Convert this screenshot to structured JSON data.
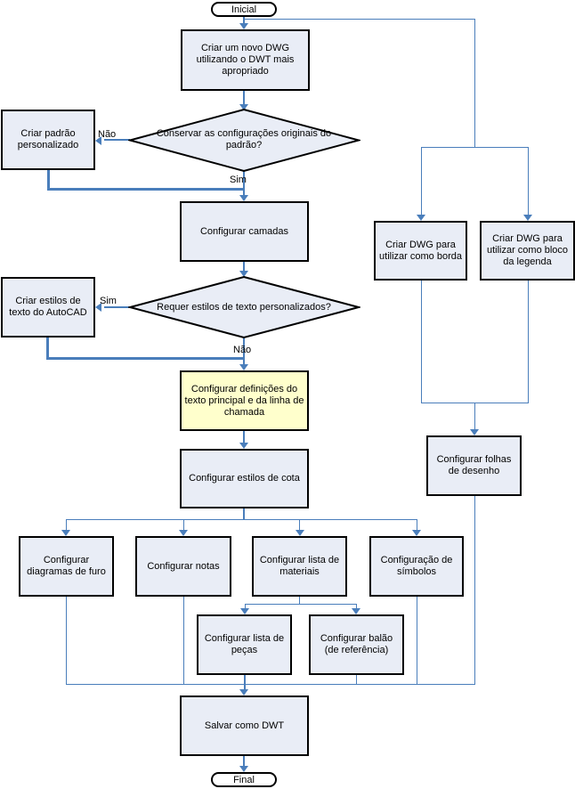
{
  "flowchart": {
    "nodes": {
      "inicial": {
        "label": "Inicial"
      },
      "novo_dwg": {
        "label": "Criar um novo DWG utilizando o DWT mais apropriado"
      },
      "padrao": {
        "label": "Criar padrão personalizado"
      },
      "conservar": {
        "label": "Conservar as configurações originais do padrão?"
      },
      "camadas": {
        "label": "Configurar camadas"
      },
      "estilos": {
        "label": "Criar estilos de texto do AutoCAD"
      },
      "requer": {
        "label": "Requer estilos de texto personalizados?"
      },
      "definicoes": {
        "label": "Configurar definições do texto principal e da linha de chamada"
      },
      "cota": {
        "label": "Configurar estilos de cota"
      },
      "furo": {
        "label": "Configurar diagramas de furo"
      },
      "notas": {
        "label": "Configurar notas"
      },
      "materiais": {
        "label": "Configurar lista de materiais"
      },
      "simbolos": {
        "label": "Configuração de símbolos"
      },
      "pecas": {
        "label": "Configurar lista de peças"
      },
      "balao": {
        "label": "Configurar balão (de referência)"
      },
      "salvar": {
        "label": "Salvar como DWT"
      },
      "final": {
        "label": "Final"
      },
      "borda": {
        "label": "Criar DWG para utilizar como borda"
      },
      "legenda": {
        "label": "Criar DWG para utilizar como bloco da legenda"
      },
      "folhas": {
        "label": "Configurar folhas de desenho"
      }
    },
    "edge_labels": {
      "d1_no": "Não",
      "d1_yes": "Sim",
      "d2_yes": "Sim",
      "d2_no": "Não"
    },
    "colors": {
      "connector": "#4a7ebb",
      "node_fill": "#e9edf6",
      "highlight_fill": "#ffffcc",
      "border": "#000000"
    }
  }
}
